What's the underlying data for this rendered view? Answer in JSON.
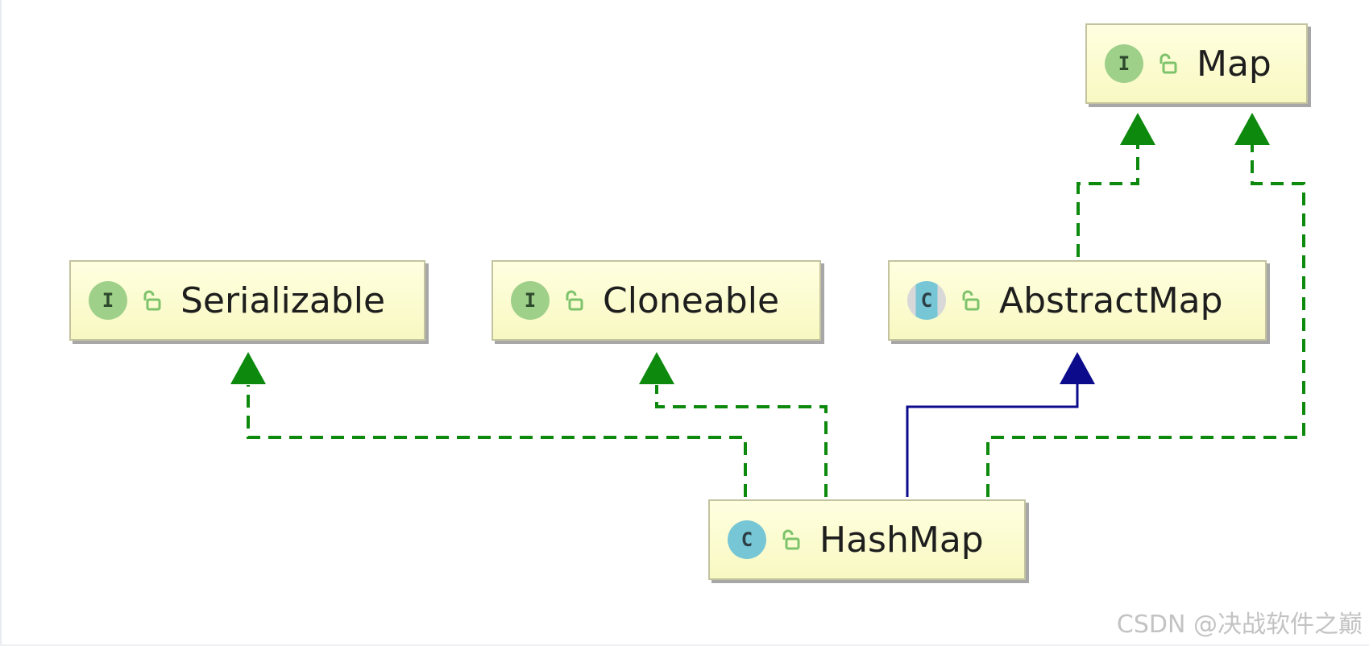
{
  "diagram": {
    "nodes": {
      "map": {
        "name": "Map",
        "kind_icon": "interface-icon",
        "kind_letter": "I",
        "visibility_icon": "open-lock-icon"
      },
      "serializable": {
        "name": "Serializable",
        "kind_icon": "interface-icon",
        "kind_letter": "I",
        "visibility_icon": "open-lock-icon"
      },
      "cloneable": {
        "name": "Cloneable",
        "kind_icon": "interface-icon",
        "kind_letter": "I",
        "visibility_icon": "open-lock-icon"
      },
      "abstractmap": {
        "name": "AbstractMap",
        "kind_icon": "abstract-class-icon",
        "kind_letter": "C",
        "visibility_icon": "open-lock-icon"
      },
      "hashmap": {
        "name": "HashMap",
        "kind_icon": "class-icon",
        "kind_letter": "C",
        "visibility_icon": "open-lock-icon"
      }
    },
    "edges": [
      {
        "from": "HashMap",
        "to": "Serializable",
        "relation": "implements",
        "style": "dashed",
        "color": "#0d8a0d"
      },
      {
        "from": "HashMap",
        "to": "Cloneable",
        "relation": "implements",
        "style": "dashed",
        "color": "#0d8a0d"
      },
      {
        "from": "HashMap",
        "to": "AbstractMap",
        "relation": "extends",
        "style": "solid",
        "color": "#0b0b8c"
      },
      {
        "from": "HashMap",
        "to": "Map",
        "relation": "implements",
        "style": "dashed",
        "color": "#0d8a0d"
      },
      {
        "from": "AbstractMap",
        "to": "Map",
        "relation": "implements",
        "style": "dashed",
        "color": "#0d8a0d"
      }
    ],
    "colors": {
      "implements": "#0d8a0d",
      "extends": "#0b0b8c",
      "node_fill": "#ffffe0",
      "node_border": "#c3c3a0"
    }
  },
  "watermark": "CSDN @决战软件之巅"
}
